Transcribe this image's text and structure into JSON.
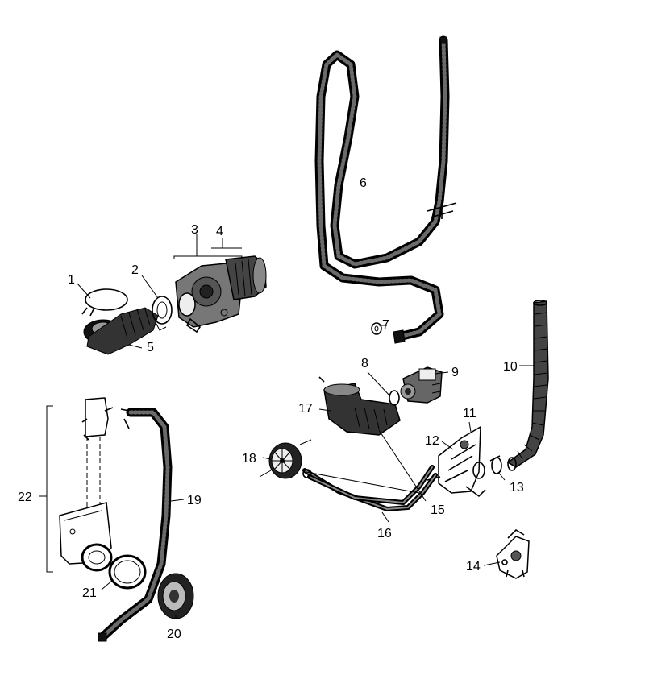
{
  "diagram": {
    "callouts": [
      {
        "id": "1",
        "text": "1"
      },
      {
        "id": "2",
        "text": "2"
      },
      {
        "id": "3",
        "text": "3"
      },
      {
        "id": "4",
        "text": "4"
      },
      {
        "id": "5",
        "text": "5"
      },
      {
        "id": "6",
        "text": "6"
      },
      {
        "id": "7",
        "text": "7"
      },
      {
        "id": "8",
        "text": "8"
      },
      {
        "id": "9",
        "text": "9"
      },
      {
        "id": "10",
        "text": "10"
      },
      {
        "id": "11",
        "text": "11"
      },
      {
        "id": "12",
        "text": "12"
      },
      {
        "id": "13",
        "text": "13"
      },
      {
        "id": "14",
        "text": "14"
      },
      {
        "id": "15",
        "text": "15"
      },
      {
        "id": "16",
        "text": "16"
      },
      {
        "id": "17",
        "text": "17"
      },
      {
        "id": "18",
        "text": "18"
      },
      {
        "id": "19",
        "text": "19"
      },
      {
        "id": "20",
        "text": "20"
      },
      {
        "id": "21",
        "text": "21"
      },
      {
        "id": "22",
        "text": "22"
      }
    ]
  }
}
